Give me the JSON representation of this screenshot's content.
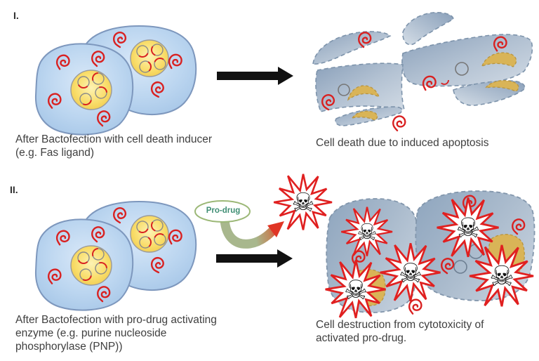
{
  "figure": {
    "panels": [
      {
        "label": "I.",
        "caption_left": "After Bactofection with cell death inducer\n(e.g. Fas ligand)",
        "caption_right": "Cell death due to induced apoptosis"
      },
      {
        "label": "II.",
        "prodrug_label": "Pro-drug",
        "caption_left": "After Bactofection with pro-drug activating\nenzyme (e.g. purine nucleoside\nphosphorylase (PNP))",
        "caption_right": "Cell destruction from cytotoxicity of\nactivated pro-drug."
      }
    ]
  },
  "icons": {
    "skull_crossbones": "☠",
    "bacteria_plasmid": "red-curl-glyph",
    "arrow_right": "solid-black-arrow",
    "plasmid_circle": "gray-circle-red-arc"
  },
  "colors": {
    "background": "#ffffff",
    "cell_fill": "#b9d4ef",
    "cell_border": "#7d97bd",
    "nucleus_fill": "#f9dd6a",
    "nucleus_border": "#999999",
    "plasmid_red": "#d92121",
    "fragment_fill": "#a9bccf",
    "fragment_border": "#7d93ab",
    "nucleus_fragment_tan": "#d9b457",
    "starburst_red": "#e02020",
    "arrow_black": "#111111",
    "prodrug_ring_green": "#9cb877",
    "prodrug_text_green": "#3f8e74",
    "caption_text": "#3f3f3f"
  }
}
